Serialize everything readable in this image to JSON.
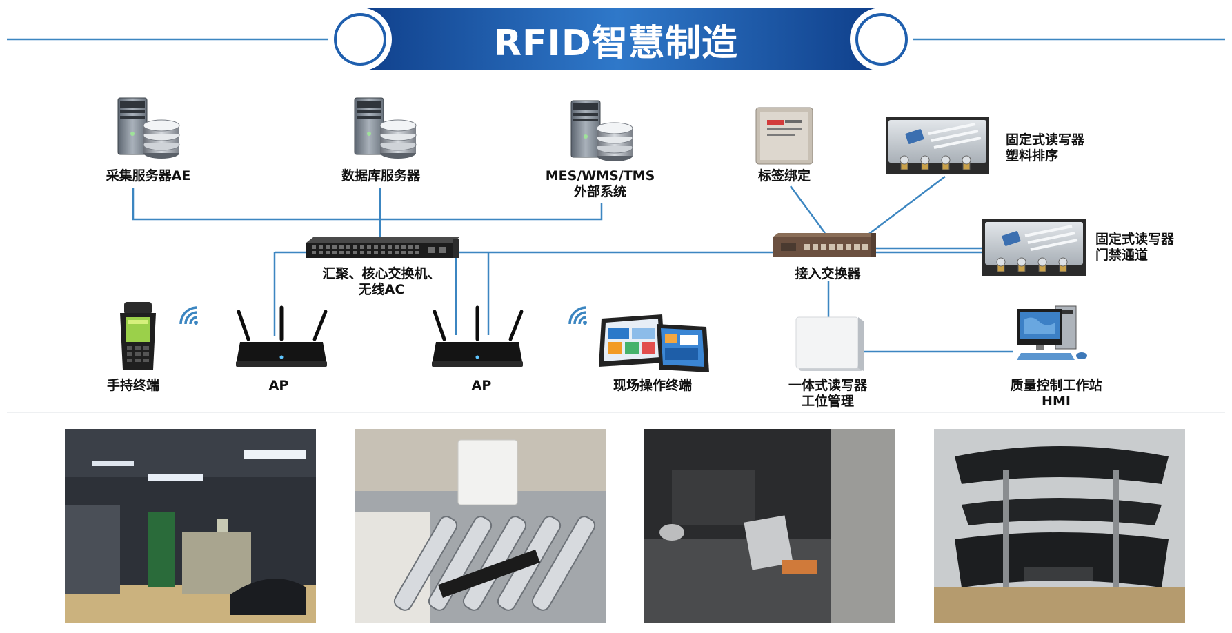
{
  "title": "RFID智慧制造",
  "colors": {
    "line": "#3c86c1",
    "banner_dark": "#0f3f8a",
    "banner_light": "#2f78c9"
  },
  "nodes": {
    "collect_server": {
      "line1": "采集服务器AE",
      "icon": "server-icon"
    },
    "db_server": {
      "line1": "数据库服务器",
      "icon": "server-icon"
    },
    "external_system": {
      "line1": "MES/WMS/TMS",
      "line2": "外部系统",
      "icon": "server-icon"
    },
    "tag_binding": {
      "line1": "标签绑定",
      "icon": "rfid-tag-icon"
    },
    "fixed_reader_plastic": {
      "line1": "固定式读写器",
      "line2": "塑料排序",
      "icon": "fixed-reader-icon"
    },
    "fixed_reader_gate": {
      "line1": "固定式读写器",
      "line2": "门禁通道",
      "icon": "fixed-reader-icon"
    },
    "core_switch": {
      "line1": "汇聚、核心交换机、",
      "line2": "无线AC",
      "icon": "core-switch-icon"
    },
    "access_switch": {
      "line1": "接入交换器",
      "icon": "access-switch-icon"
    },
    "handheld": {
      "line1": "手持终端",
      "icon": "handheld-terminal-icon"
    },
    "ap1": {
      "line1": "AP",
      "icon": "router-icon"
    },
    "ap2": {
      "line1": "AP",
      "icon": "router-icon"
    },
    "field_terminal": {
      "line1": "现场操作终端",
      "icon": "tablet-icon"
    },
    "integrated_reader": {
      "line1": "一体式读写器",
      "line2": "工位管理",
      "icon": "integrated-reader-icon"
    },
    "qc_station": {
      "line1": "质量控制工作站",
      "line2": "HMI",
      "icon": "workstation-icon"
    }
  },
  "photos": [
    "factory-line-photo",
    "roller-conveyor-photo",
    "reader-station-photo",
    "bumper-rack-photo"
  ]
}
